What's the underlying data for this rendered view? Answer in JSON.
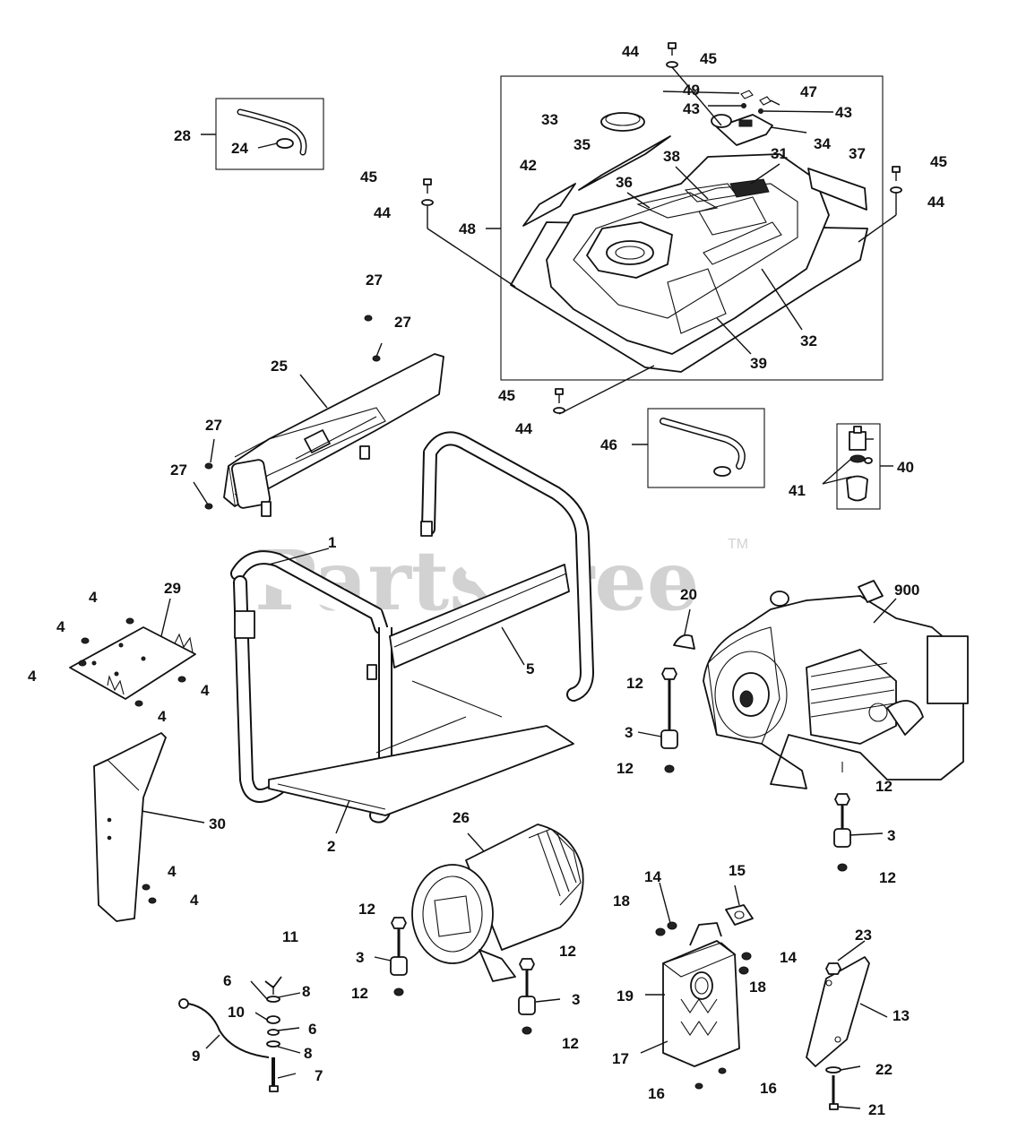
{
  "watermark": {
    "text": "PartsTree",
    "trademark": "TM"
  },
  "callouts": {
    "c1": "1",
    "c2": "2",
    "c3a": "3",
    "c3b": "3",
    "c3c": "3",
    "c3d": "3",
    "c4a": "4",
    "c4b": "4",
    "c4c": "4",
    "c4d": "4",
    "c4e": "4",
    "c4f": "4",
    "c4g": "4",
    "c5": "5",
    "c6a": "6",
    "c6b": "6",
    "c7": "7",
    "c8a": "8",
    "c8b": "8",
    "c9": "9",
    "c10": "10",
    "c11": "11",
    "c12a": "12",
    "c12b": "12",
    "c12c": "12",
    "c12d": "12",
    "c12e": "12",
    "c12f": "12",
    "c12g": "12",
    "c12h": "12",
    "c13": "13",
    "c14a": "14",
    "c14b": "14",
    "c15": "15",
    "c16a": "16",
    "c16b": "16",
    "c17": "17",
    "c18a": "18",
    "c18b": "18",
    "c19": "19",
    "c20": "20",
    "c21": "21",
    "c22": "22",
    "c23": "23",
    "c24": "24",
    "c25": "25",
    "c26": "26",
    "c27a": "27",
    "c27b": "27",
    "c27c": "27",
    "c27d": "27",
    "c28": "28",
    "c29": "29",
    "c30": "30",
    "c31": "31",
    "c32": "32",
    "c33": "33",
    "c34": "34",
    "c35": "35",
    "c36": "36",
    "c37": "37",
    "c38": "38",
    "c39": "39",
    "c40": "40",
    "c41": "41",
    "c42": "42",
    "c43a": "43",
    "c43b": "43",
    "c44a": "44",
    "c44b": "44",
    "c44c": "44",
    "c44d": "44",
    "c45a": "45",
    "c45b": "45",
    "c45c": "45",
    "c45d": "45",
    "c46": "46",
    "c47": "47",
    "c48": "48",
    "c49": "49",
    "c900": "900"
  }
}
